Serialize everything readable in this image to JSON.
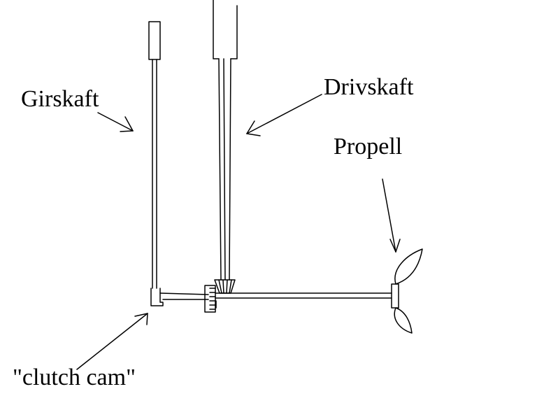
{
  "labels": {
    "girskaft": "Girskaft",
    "drivskaft": "Drivskaft",
    "propell": "Propell",
    "clutch_cam": "\"clutch cam\""
  },
  "colors": {
    "background": "#ffffff",
    "ink": "#000000"
  }
}
